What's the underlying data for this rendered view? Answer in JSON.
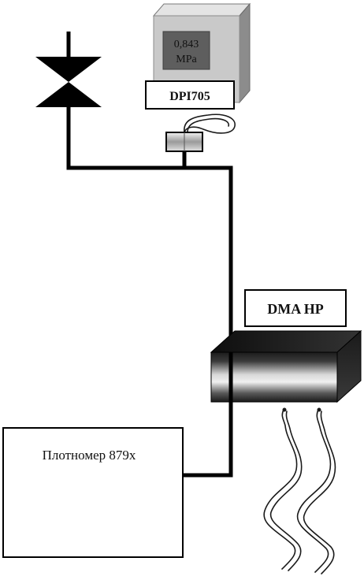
{
  "gauge": {
    "reading_value": "0,843",
    "reading_unit": "MPa",
    "model_label": "DPI705"
  },
  "analyzer": {
    "label": "DMA HP"
  },
  "densimeter": {
    "label": "Плотномер 879x"
  },
  "colors": {
    "line": "#000000",
    "gauge_display": "#5e5e5e",
    "gauge_body_front": "#c9c9c9",
    "gauge_body_side": "#8c8c8c",
    "gauge_body_top": "#e4e4e4",
    "tube_dark": "#1c1c1c",
    "tube_light": "#e8e8e8"
  }
}
